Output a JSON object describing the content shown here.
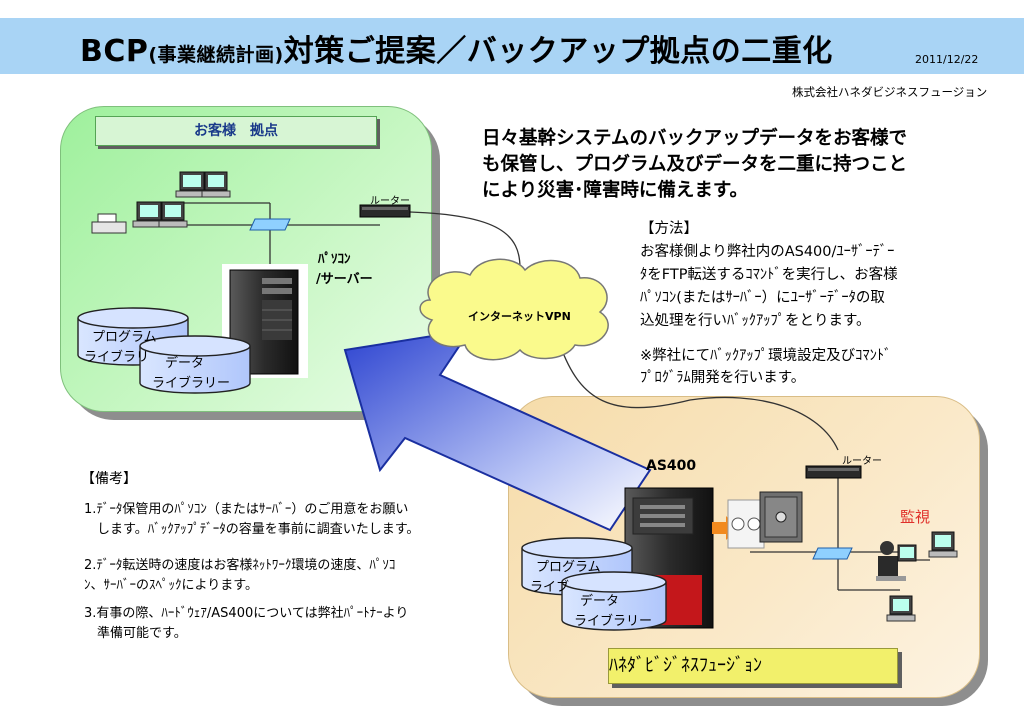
{
  "title": {
    "main_prefix": "BCP",
    "main_paren": "(事業継続計画)",
    "main_rest": "対策ご提案／バックアップ拠点の二重化",
    "date": "2011/12/22",
    "company": "株式会社ハネダビジネスフュージョン"
  },
  "customer_site": {
    "label": "お客様　拠点",
    "router_label": "ルーター",
    "server_label_1": "ﾊﾟｿｺﾝ",
    "server_label_2": "/サーバー",
    "program_lib_1": "プログラム",
    "program_lib_2": "ライブラリ",
    "data_lib_1": "データ",
    "data_lib_2": "ライブラリー"
  },
  "internet": {
    "label": "インターネットVPN"
  },
  "headline": {
    "line1": "日々基幹システムのバックアップデータをお客様で",
    "line2": "も保管し、プログラム及びデータを二重に持つこと",
    "line3": "により災害･障害時に備えます。"
  },
  "method": {
    "heading": "【方法】",
    "line1": "お客様側より弊社内のAS400/ﾕｰｻﾞｰﾃﾞｰ",
    "line2": "ﾀをFTP転送するｺﾏﾝﾄﾞを実行し、お客様",
    "line3": "ﾊﾟｿｺﾝ(またはｻｰﾊﾞｰ）にﾕｰｻﾞｰﾃﾞｰﾀの取",
    "line4": "込処理を行いﾊﾞｯｸｱｯﾌﾟをとります。",
    "note1": "※弊社にてﾊﾞｯｸｱｯﾌﾟ環境設定及びｺﾏﾝﾄﾞ",
    "note2": "ﾌﾟﾛｸﾞﾗﾑ開発を行います。"
  },
  "remarks": {
    "heading": "【備考】",
    "item1_line1": "1.ﾃﾞｰﾀ保管用のﾊﾟｿｺﾝ（またはｻｰﾊﾞｰ）のご用意をお願い",
    "item1_line2": "　します。ﾊﾞｯｸｱｯﾌﾟﾃﾞｰﾀの容量を事前に調査いたします。",
    "item2_line1": "2.ﾃﾞｰﾀ転送時の速度はお客様ﾈｯﾄﾜｰｸ環境の速度、ﾊﾟｿｺ",
    "item2_line2": "ﾝ、ｻｰﾊﾞｰのｽﾍﾟｯｸによります。",
    "item3_line1": "3.有事の際、ﾊｰﾄﾞｳｪｱ/AS400については弊社ﾊﾟｰﾄﾅｰより",
    "item3_line2": "　準備可能です。"
  },
  "hbs_site": {
    "label": "ﾊﾈﾀﾞﾋﾞｼﾞﾈｽﾌｭｰｼﾞｮﾝ",
    "as400_label": "AS400",
    "router_label": "ルーター",
    "monitor_label": "監視",
    "program_lib_1": "プログラム",
    "program_lib_2": "ライブ",
    "data_lib_1": "データ",
    "data_lib_2": "ライブラリー"
  },
  "colors": {
    "title_bar": "#a9d4f5",
    "customer_panel": "#b5f2b0",
    "hbs_panel": "#f8e4bd",
    "arrow": "#3a52d8",
    "cylinder": "#b9d0ff",
    "cloud": "#fafa8c",
    "monitor_text": "#e0302a",
    "hbs_label_bg": "#f2f06b"
  },
  "icons": [
    "computer-icon",
    "printer-icon",
    "hub-icon",
    "router-icon",
    "server-tower-icon",
    "as400-icon",
    "safe-icon",
    "tape-icon",
    "operator-icon",
    "cloud-icon",
    "arrow-icon"
  ]
}
